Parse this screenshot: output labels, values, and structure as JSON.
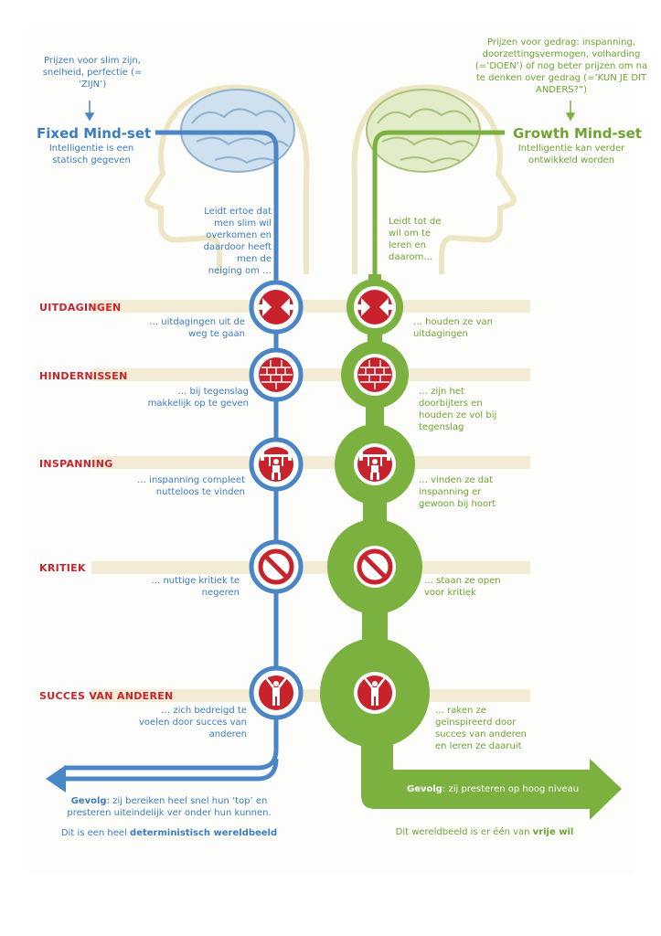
{
  "fixed": {
    "praise": "Prijzen voor slim zijn, snelheid, perfectie (= ‘ZIJN’)",
    "title": "Fixed Mind-set",
    "subtitle": "Intelligentie is een statisch gegeven",
    "leads": "Leidt ertoe dat men slim wil overkomen en daardoor heeft men de neiging om …",
    "responses": [
      "… uitdagingen uit de weg te gaan",
      "… bij tegenslag makkelijk op te geven",
      "… inspanning compleet nutteloos te vinden",
      "… nuttige kritiek te negeren",
      "… zich bedreigd te voelen door succes van anderen"
    ],
    "result_label": "Gevolg",
    "result_text": ": zij bereiken heel snel hun ‘top’ en presteren uiteindelijk ver onder hun kunnen.",
    "worldview_prefix": "Dit is een heel ",
    "worldview_bold": "deterministisch wereldbeeld"
  },
  "growth": {
    "praise": "Prijzen voor gedrag: inspanning, doorzettingsvermogen, volharding (=’DOEN’) of nog beter prijzen om na te denken over gedrag (=’KUN JE DIT ANDERS?”)",
    "title": "Growth Mind-set",
    "subtitle": "Intelligentie kan verder ontwikkeld worden",
    "leads": "Leidt tot de wil om te leren en daarom…",
    "responses": [
      "… houden ze van uitdagingen",
      "… zijn het doorbijters en houden ze vol bij tegenslag",
      "… vinden ze dat inspanning er gewoon bij hoort",
      "… staan ze open voor kritiek",
      "… raken ze geïnspireerd door succes van anderen en leren ze daaruit"
    ],
    "result_label": "Gevolg",
    "result_text": ": zij presteren op hoog niveau",
    "worldview_prefix": "Dit wereldbeeld is er één van ",
    "worldview_bold": "vrije wil"
  },
  "stages": [
    {
      "label": "UITDAGINGEN",
      "icon": "arrows-inward-icon"
    },
    {
      "label": "HINDERNISSEN",
      "icon": "brick-wall-icon"
    },
    {
      "label": "INSPANNING",
      "icon": "weightlifter-icon"
    },
    {
      "label": "KRITIEK",
      "icon": "no-entry-icon"
    },
    {
      "label": "SUCCES VAN ANDEREN",
      "icon": "cheering-person-icon"
    }
  ],
  "colors": {
    "fixed": "#4a86c6",
    "growth": "#7bb13f",
    "accent": "#c8232c",
    "band": "#f2ecd6",
    "head_outline": "#ece6c4"
  }
}
